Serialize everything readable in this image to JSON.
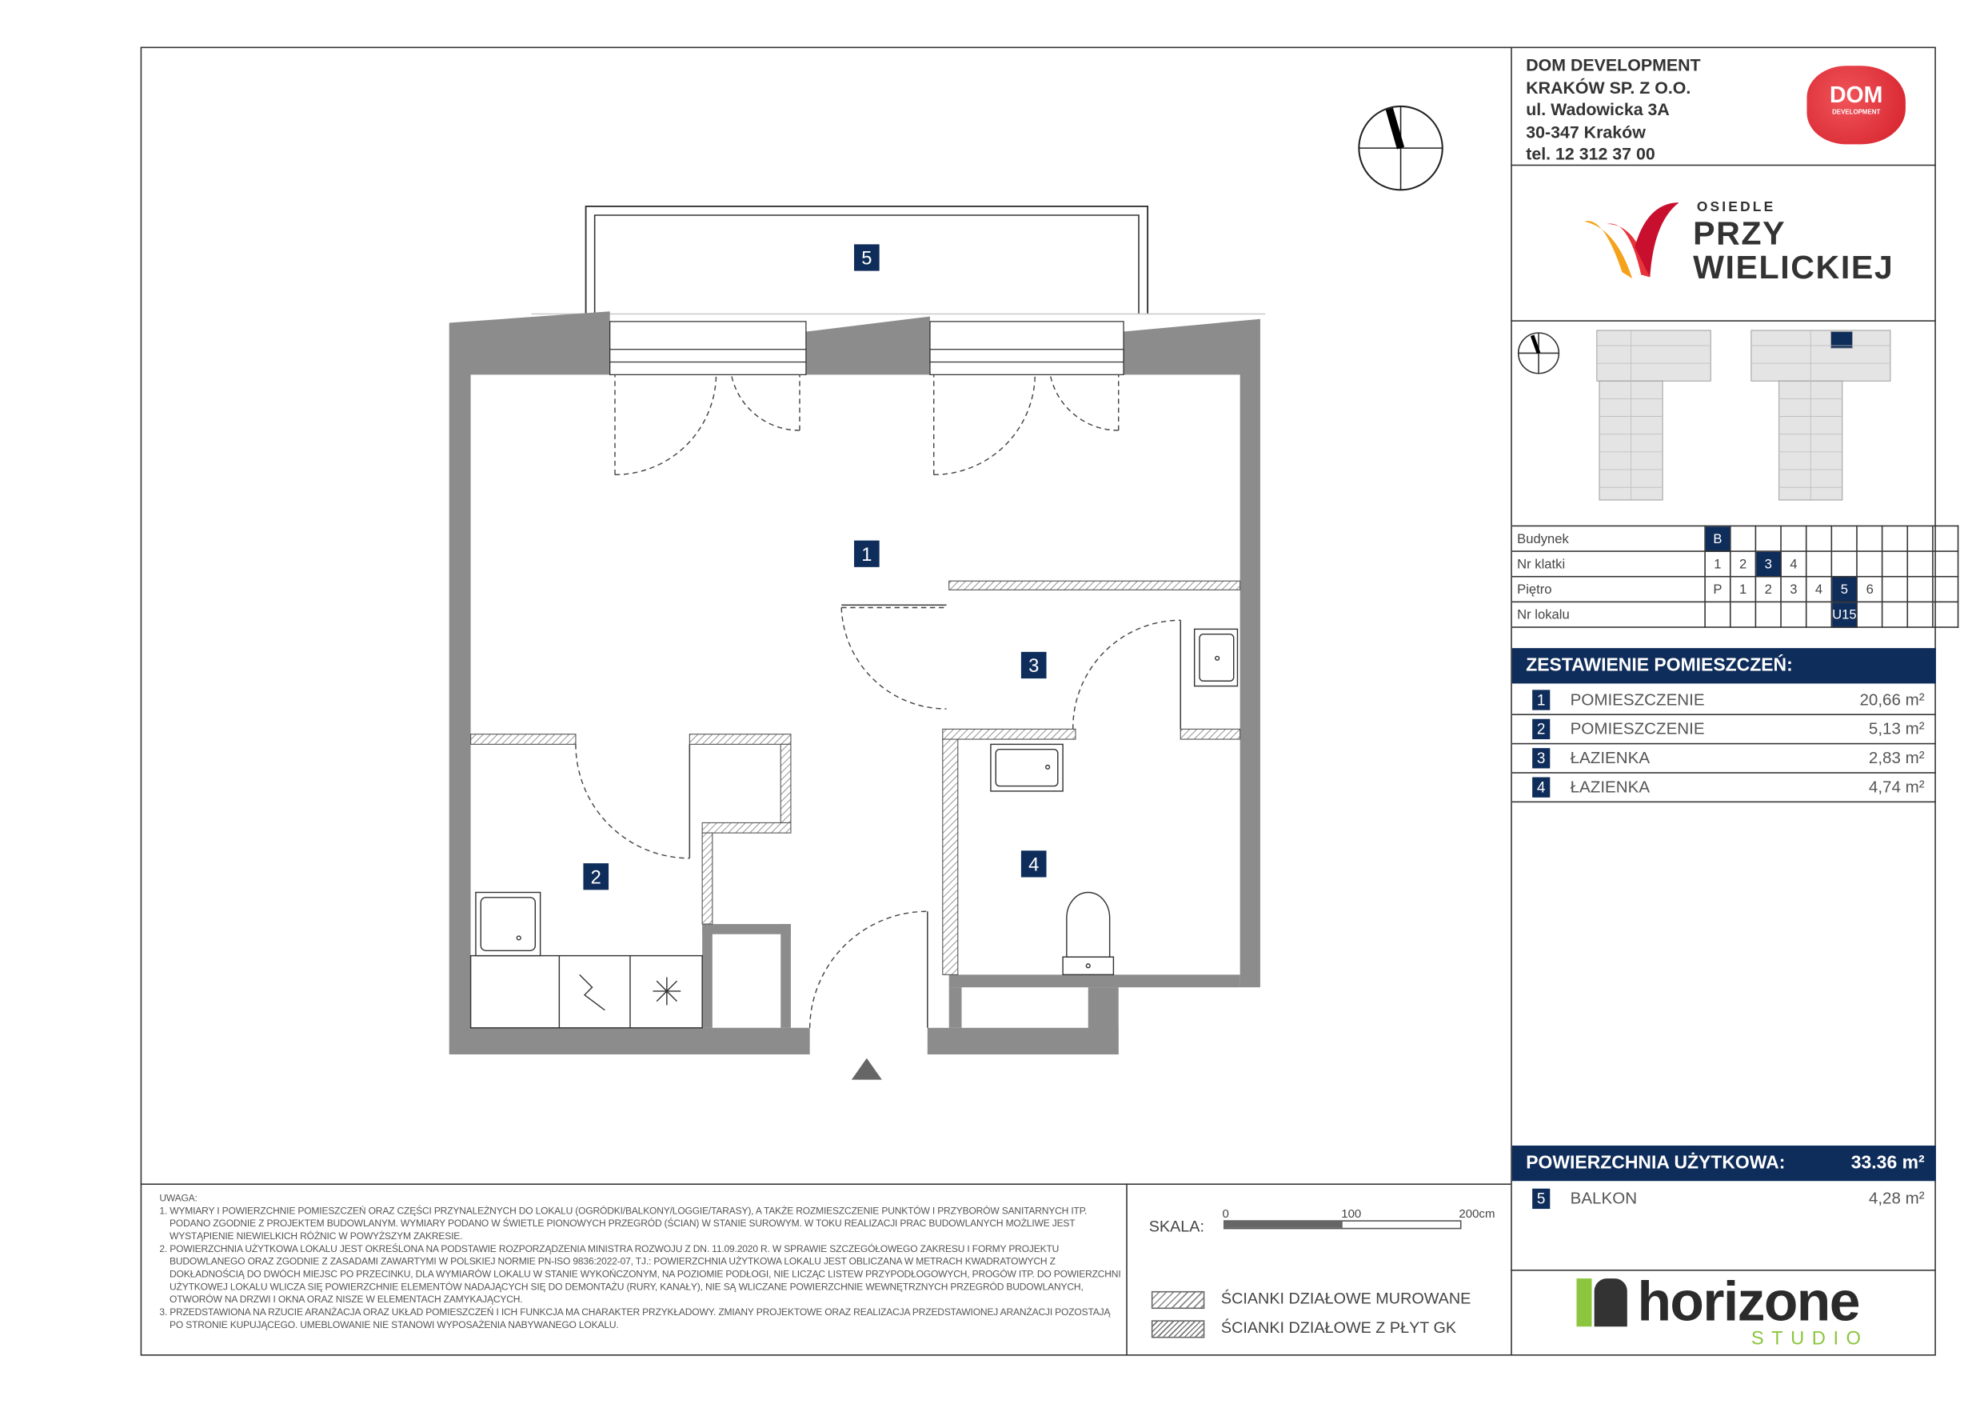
{
  "company": {
    "lines": [
      "DOM DEVELOPMENT",
      "KRAKÓW SP. Z O.O.",
      "ul. Wadowicka 3A",
      "30-347 Kraków",
      "tel. 12 312 37 00"
    ],
    "logo_text": [
      "DOM",
      "DEVELOPMENT"
    ]
  },
  "project_logo": {
    "small": "OSIEDLE",
    "line1": "PRZY",
    "line2": "WIELICKIEJ"
  },
  "location_table": {
    "rows": [
      {
        "label": "Budynek",
        "cells": [
          "B",
          "",
          "",
          "",
          "",
          "",
          "",
          "",
          "",
          ""
        ],
        "selected": 0
      },
      {
        "label": "Nr klatki",
        "cells": [
          "1",
          "2",
          "3",
          "4",
          "",
          "",
          "",
          "",
          "",
          ""
        ],
        "selected": 2
      },
      {
        "label": "Piętro",
        "cells": [
          "P",
          "1",
          "2",
          "3",
          "4",
          "5",
          "6",
          "",
          "",
          ""
        ],
        "selected": 5
      },
      {
        "label": "Nr lokalu",
        "cells": [
          "",
          "",
          "",
          "",
          "",
          "U15",
          "",
          "",
          "",
          ""
        ],
        "selected": 5
      }
    ]
  },
  "rooms_summary": {
    "title": "ZESTAWIENIE POMIESZCZEŃ:",
    "rooms": [
      {
        "num": "1",
        "name": "POMIESZCZENIE",
        "area": "20,66 m²"
      },
      {
        "num": "2",
        "name": "POMIESZCZENIE",
        "area": "5,13 m²"
      },
      {
        "num": "3",
        "name": "ŁAZIENKA",
        "area": "2,83 m²"
      },
      {
        "num": "4",
        "name": "ŁAZIENKA",
        "area": "4,74 m²"
      }
    ]
  },
  "usable_area": {
    "label": "POWIERZCHNIA UŻYTKOWA:",
    "value": "33.36 m²"
  },
  "extra": {
    "num": "5",
    "name": "BALKON",
    "area": "4,28 m²"
  },
  "plan_labels": {
    "r1": "1",
    "r2": "2",
    "r3": "3",
    "r4": "4",
    "r5": "5"
  },
  "notes": {
    "title": "UWAGA:",
    "items": [
      "1. WYMIARY I POWIERZCHNIE POMIESZCZEŃ ORAZ CZĘŚCI PRZYNALEŻNYCH DO LOKALU (OGRÓDKI/BALKONY/LOGGIE/TARASY), A TAKŻE ROZMIESZCZENIE PUNKTÓW I PRZYBORÓW SANITARNYCH ITP. PODANO ZGODNIE Z PROJEKTEM BUDOWLANYM. WYMIARY PODANO W ŚWIETLE PIONOWYCH PRZEGRÓD (ŚCIAN) W STANIE SUROWYM. W TOKU REALIZACJI PRAC BUDOWLANYCH MOŻLIWE JEST WYSTĄPIENIE NIEWIELKICH RÓŻNIC W POWYŻSZYM ZAKRESIE.",
      "2. POWIERZCHNIA UŻYTKOWA LOKALU JEST OKREŚLONA NA PODSTAWIE ROZPORZĄDZENIA MINISTRA ROZWOJU Z DN. 11.09.2020 R. W SPRAWIE SZCZEGÓŁOWEGO ZAKRESU I FORMY PROJEKTU BUDOWLANEGO ORAZ ZGODNIE Z ZASADAMI ZAWARTYMI W POLSKIEJ NORMIE PN-ISO 9836:2022-07, TJ.: POWIERZCHNIA UŻYTKOWA LOKALU JEST OBLICZANA W METRACH KWADRATOWYCH Z DOKŁADNOŚCIĄ DO DWÓCH MIEJSC PO PRZECINKU, DLA WYMIARÓW LOKALU W STANIE WYKOŃCZONYM, NA POZIOMIE PODŁOGI, NIE LICZĄC LISTEW PRZYPODŁOGOWYCH, PROGÓW ITP. DO POWIERZCHNI UŻYTKOWEJ LOKALU WLICZA SIĘ POWIERZCHNIE ELEMENTÓW NADAJĄCYCH SIĘ DO DEMONTAŻU (RURY, KANAŁY), NIE SĄ WLICZANE POWIERZCHNIE WEWNĘTRZNYCH PRZEGRÓD BUDOWLANYCH, OTWORÓW NA DRZWI I OKNA ORAZ NISZE W ELEMENTACH ZAMYKAJĄCYCH.",
      "3. PRZEDSTAWIONA NA RZUCIE ARANŻACJA ORAZ UKŁAD POMIESZCZEŃ I ICH FUNKCJA MA CHARAKTER PRZYKŁADOWY. ZMIANY PROJEKTOWE ORAZ REALIZACJA PRZEDSTAWIONEJ ARANŻACJI POZOSTAJĄ PO STRONIE KUPUJĄCEGO. UMEBLOWANIE NIE STANOWI WYPOSAŻENIA NABYWANEGO LOKALU."
    ]
  },
  "scale": {
    "label": "SKALA:",
    "ticks": [
      "0",
      "100",
      "200cm"
    ]
  },
  "legend": {
    "masonry": "ŚCIANKI DZIAŁOWE MUROWANE",
    "drywall": "ŚCIANKI DZIAŁOWE Z PŁYT GK"
  },
  "studio_logo": {
    "name": "horizone",
    "sub": "STUDIO"
  },
  "colors": {
    "navy": "#0f2d5a",
    "wall": "#8c8c8c",
    "dom_red": "#e6343a",
    "logo_orange": "#f07c1c",
    "horizone_green": "#8cc63f"
  }
}
